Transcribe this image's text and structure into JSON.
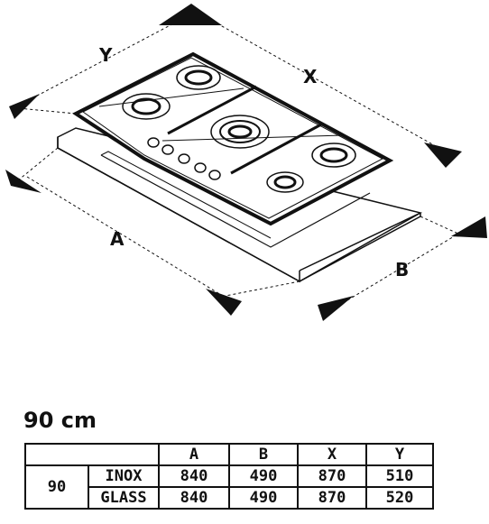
{
  "diagram": {
    "labels": {
      "Y": "Y",
      "X": "X",
      "A": "A",
      "B": "B"
    }
  },
  "section_title": "90 cm",
  "table": {
    "headers": [
      "A",
      "B",
      "X",
      "Y"
    ],
    "group": "90",
    "rows": [
      {
        "type": "INOX",
        "values": [
          "840",
          "490",
          "870",
          "510"
        ]
      },
      {
        "type": "GLASS",
        "values": [
          "840",
          "490",
          "870",
          "520"
        ]
      }
    ]
  }
}
